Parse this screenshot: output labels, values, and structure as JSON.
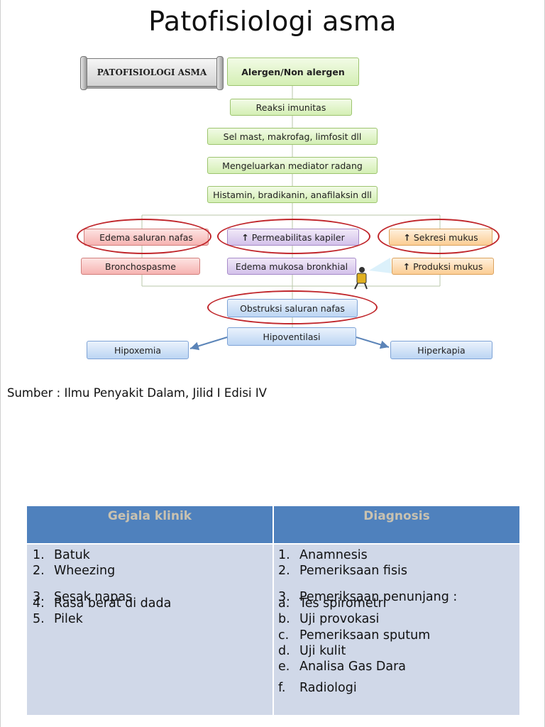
{
  "title": "Patofisiologi asma",
  "diagram": {
    "scroll_label": "PATOFISIOLOGI ASMA",
    "nodes": {
      "allergen": "Alergen/Non alergen",
      "reaksi": "Reaksi imunitas",
      "sel": "Sel mast, makrofag, limfosit dll",
      "mediator": "Mengeluarkan mediator radang",
      "histamin": "Histamin, bradikanin, anafilaksin dll",
      "edema_saluran": "Edema saluran nafas",
      "permeabilitas": "Permeabilitas kapiler",
      "sekresi": "Sekresi mukus",
      "bronchospasme": "Bronchospasme",
      "edema_mukosa": "Edema mukosa bronkhial",
      "produksi": "Produksi mukus",
      "obstruksi": "Obstruksi saluran nafas",
      "hipoventilasi": "Hipoventilasi",
      "hipoxemia": "Hipoxemia",
      "hiperkapia": "Hiperkapia"
    },
    "up_arrow": "↑"
  },
  "source": "Sumber : Ilmu Penyakit Dalam, Jilid I Edisi IV",
  "table": {
    "headers": [
      "Gejala klinik",
      "Diagnosis"
    ],
    "gejala": [
      {
        "n": "1.",
        "t": "Batuk"
      },
      {
        "n": "2.",
        "t": "Wheezing"
      },
      {
        "n": "3.",
        "t": "Sesak napas"
      },
      {
        "n": "4.",
        "t": "Rasa berat di dada"
      },
      {
        "n": "5.",
        "t": "Pilek"
      }
    ],
    "diagnosis": [
      {
        "n": "1.",
        "t": "Anamnesis"
      },
      {
        "n": "2.",
        "t": "Pemeriksaan fisis"
      },
      {
        "n": "3.",
        "t": "Pemeriksaan penunjang :"
      },
      {
        "n": "a.",
        "t": "Tes spirometri"
      },
      {
        "n": "b.",
        "t": "Uji provokasi"
      },
      {
        "n": "c.",
        "t": "Pemeriksaan sputum"
      },
      {
        "n": "d.",
        "t": "Uji kulit"
      },
      {
        "n": "e.",
        "t": "Analisa Gas Dara"
      },
      {
        "n": "f.",
        "t": "Radiologi"
      }
    ]
  }
}
